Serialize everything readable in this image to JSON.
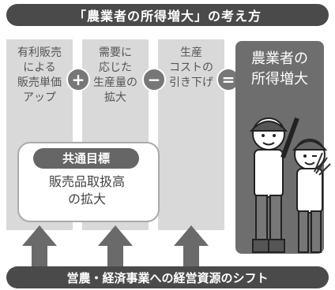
{
  "title": "「農業者の所得増大」の考え方",
  "columns": [
    {
      "label_lines": [
        "有利販売",
        "による",
        "販売単価",
        "アップ"
      ]
    },
    {
      "label_lines": [
        "需要に",
        "応じた",
        "生産量の",
        "拡大"
      ]
    },
    {
      "label_lines": [
        "生産",
        "コストの",
        "引き下げ"
      ]
    }
  ],
  "operators": {
    "plus": "+",
    "minus": "−",
    "equals": "="
  },
  "result": {
    "line1": "農業者の",
    "line2": "所得増大"
  },
  "common_goal": {
    "badge": "共通目標",
    "line1": "販売品取扱高",
    "line2": "の拡大"
  },
  "footer": "営農・経済事業への経営資源のシフト",
  "icons": [
    "farmer-boy-icon",
    "farmer-girl-icon",
    "up-arrow-icon"
  ],
  "colors": {
    "dark": "#4a4a4a",
    "column": "#d9d9d9",
    "result": "#6e6e6e"
  }
}
